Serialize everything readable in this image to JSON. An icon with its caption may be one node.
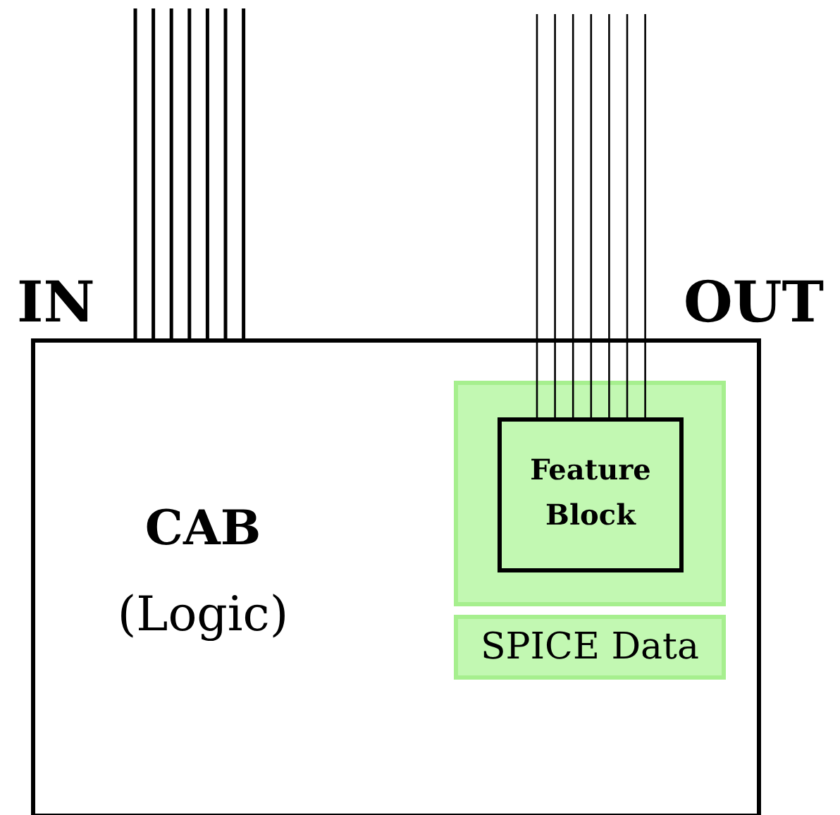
{
  "diagram": {
    "nodes": [
      {
        "text": [
          "CAB",
          "(Logic)"
        ]
      },
      {
        "text": [],
        "shape": "box",
        "in": 0
      },
      {
        "text": [
          "Feature Block"
        ],
        "in": 1
      },
      {
        "text": [
          "SPICE Data"
        ],
        "in": 0
      }
    ],
    "edges": [
      {
        "from": null,
        "to": 0,
        "arrow": "none"
      },
      {
        "from": null,
        "to": 0,
        "arrow": "none"
      },
      {
        "from": null,
        "to": 0,
        "arrow": "none"
      },
      {
        "from": null,
        "to": 0,
        "arrow": "none"
      },
      {
        "from": null,
        "to": 0,
        "arrow": "none"
      },
      {
        "from": null,
        "to": 0,
        "arrow": "none"
      },
      {
        "from": null,
        "to": 0,
        "arrow": "none"
      },
      {
        "from": null,
        "to": 2,
        "arrow": "none"
      },
      {
        "from": null,
        "to": 2,
        "arrow": "none"
      },
      {
        "from": null,
        "to": 2,
        "arrow": "none"
      },
      {
        "from": null,
        "to": 2,
        "arrow": "none"
      },
      {
        "from": null,
        "to": 2,
        "arrow": "none"
      },
      {
        "from": null,
        "to": 2,
        "arrow": "none"
      },
      {
        "from": null,
        "to": 2,
        "arrow": "none"
      }
    ],
    "labels": [
      "IN",
      "OUT"
    ]
  }
}
